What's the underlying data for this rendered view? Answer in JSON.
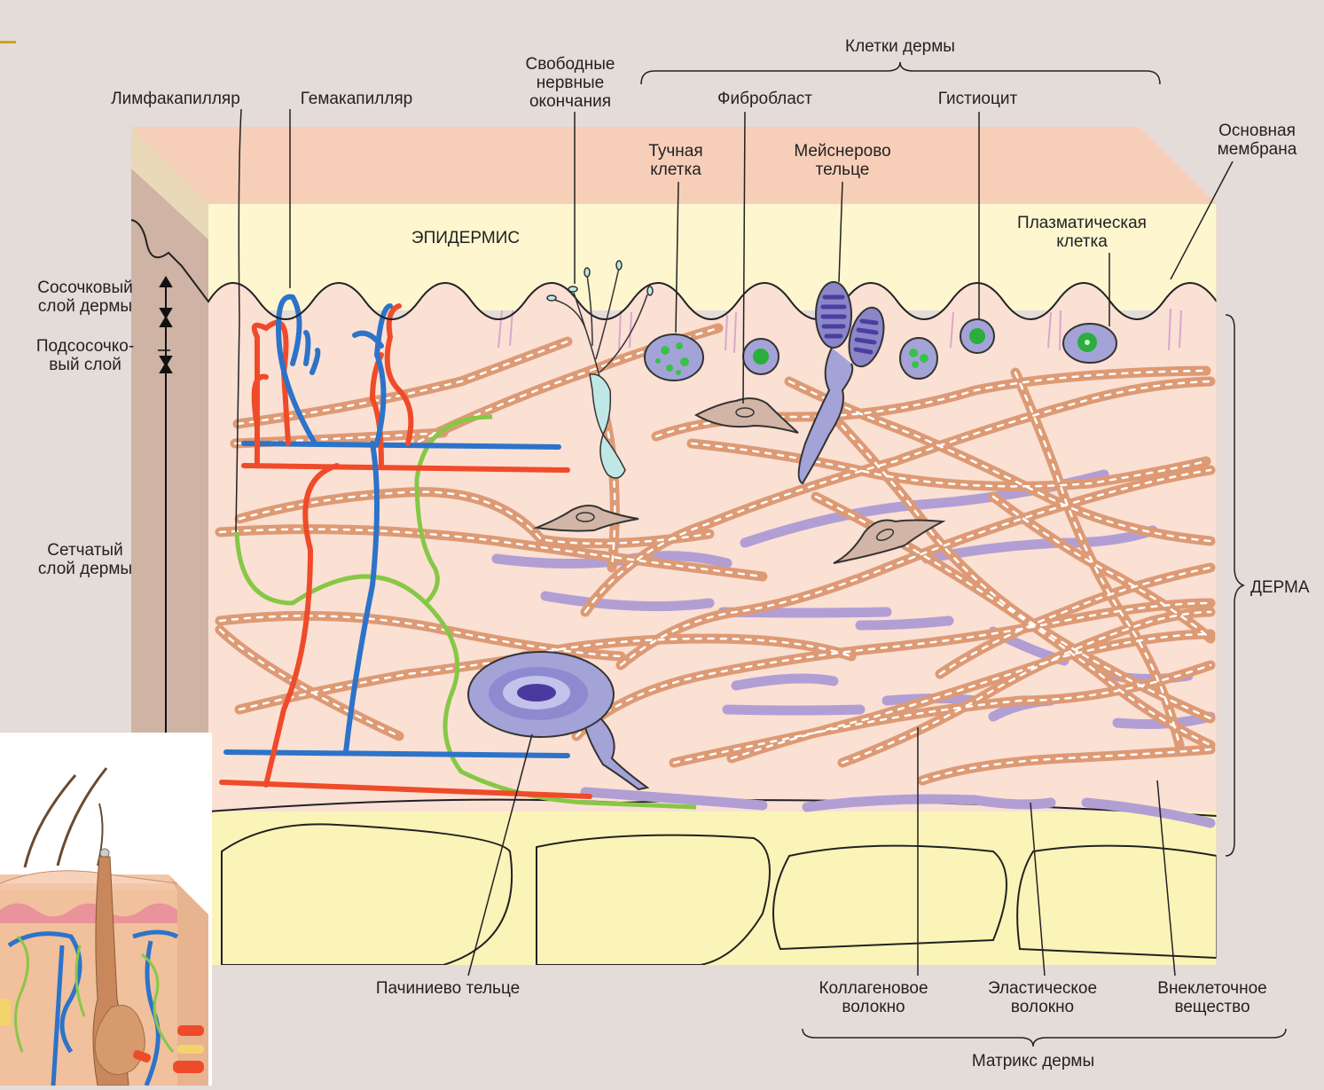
{
  "labels": {
    "limfakapillyar": "Лимфакапилляр",
    "gemakapillyar": "Гемакапилляр",
    "svobodnye": "Свободные\nнервные\nокончания",
    "kletki_dermy": "Клетки дермы",
    "fibroblast": "Фибробласт",
    "gistiocit": "Гистиоцит",
    "osnovnaya": "Основная\nмембрана",
    "tuchnaya": "Тучная\nклетка",
    "meysnerovo": "Мейснерово\nтельце",
    "epidermis": "ЭПИДЕРМИС",
    "plazmaticheskaya": "Плазматическая\nклетка",
    "sosochkovyy": "Сосочковый\nслой дермы",
    "podsosochkovyy": "Подсосочко-\nвый слой",
    "setchatyy": "Сетчатый\nслой дермы",
    "derma": "ДЕРМА",
    "pachiniev": "Пачиниево тельце",
    "kollagenovoe": "Коллагеновое\nволокно",
    "elasticheskoe": "Эластическое\nволокно",
    "vnekletochnoe": "Внеклеточное\nвещество",
    "matriks": "Матрикс дермы"
  },
  "colors": {
    "background": "#e4dcd9",
    "epidermis_top": "#f7cfb8",
    "epidermis": "#fdf6cf",
    "dermis": "#fbe0d4",
    "side_face": "#cfb3a4",
    "hypodermis": "#fbf4b8",
    "collagen": "#dd9a74",
    "elastic": "#b19fd4",
    "artery": "#ef4b2a",
    "vein": "#2c73c9",
    "lymph": "#86c845",
    "cell": "#a3a3d8",
    "nucleus": "#2aae3c",
    "fibroblast": "#d2b5a6"
  }
}
